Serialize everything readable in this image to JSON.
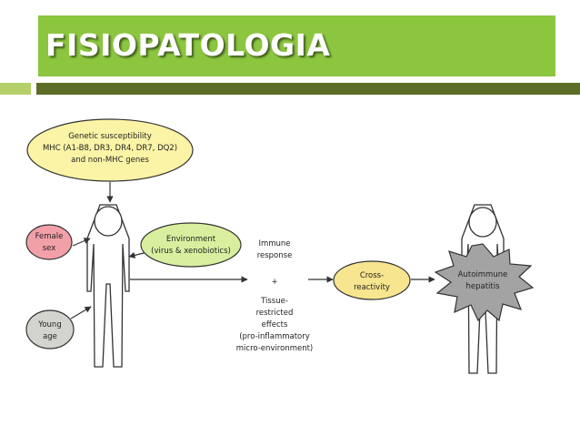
{
  "title": "FISIOPATOLOGIA",
  "colors": {
    "title_bg": "#8cc63f",
    "bar_light": "#b5d06a",
    "bar_dark": "#5b6d26",
    "genetic_fill": "#fbf4a6",
    "female_fill": "#f2a0a8",
    "young_fill": "#d4d4ce",
    "environment_fill": "#d9ef9f",
    "cross_fill": "#f7e58f",
    "hepatitis_fill": "#a3a3a3"
  },
  "diagram": {
    "genetic": [
      "Genetic susceptibility",
      "MHC (A1-B8, DR3, DR4, DR7, DQ2)",
      "and non-MHC genes"
    ],
    "female": [
      "Female",
      "sex"
    ],
    "young": [
      "Young",
      "age"
    ],
    "environment": [
      "Environment",
      "(virus & xenobiotics)"
    ],
    "immune": [
      "Immune",
      "response"
    ],
    "plus": "+",
    "tissue": [
      "Tissue-",
      "restricted",
      "effects",
      "(pro-inflammatory",
      "micro-environment)"
    ],
    "cross": [
      "Cross-",
      "reactivity"
    ],
    "autoimmune": [
      "Autoimmune",
      "hepatitis"
    ]
  }
}
